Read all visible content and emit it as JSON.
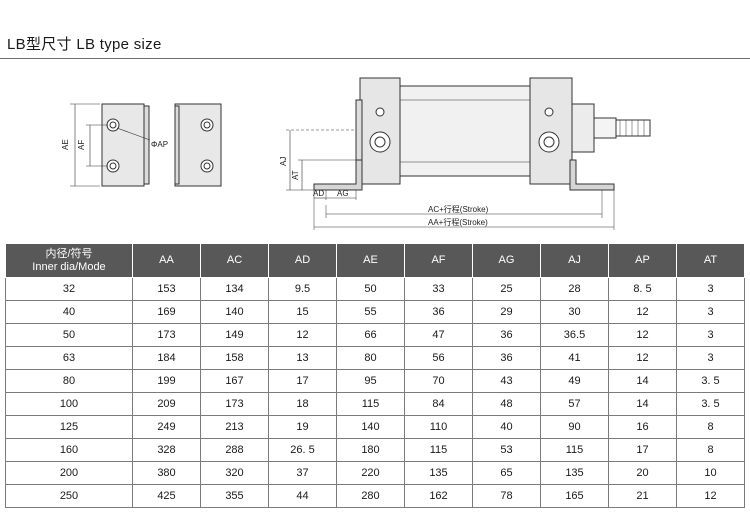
{
  "title": "LB型尺寸 LB type size",
  "drawing": {
    "labels": {
      "ae": "AE",
      "af": "AF",
      "ap": "ΦAP",
      "aj": "AJ",
      "at": "AT",
      "ad": "AD",
      "ag": "AG",
      "ac_stroke": "AC+行程(Stroke)",
      "aa_stroke": "AA+行程(Stroke)"
    }
  },
  "table": {
    "header_line1": "内径/符号",
    "header_line2": "Inner dia/Mode",
    "columns": [
      "AA",
      "AC",
      "AD",
      "AE",
      "AF",
      "AG",
      "AJ",
      "AP",
      "AT"
    ],
    "rows": [
      [
        "32",
        "153",
        "134",
        "9.5",
        "50",
        "33",
        "25",
        "28",
        "8. 5",
        "3"
      ],
      [
        "40",
        "169",
        "140",
        "15",
        "55",
        "36",
        "29",
        "30",
        "12",
        "3"
      ],
      [
        "50",
        "173",
        "149",
        "12",
        "66",
        "47",
        "36",
        "36.5",
        "12",
        "3"
      ],
      [
        "63",
        "184",
        "158",
        "13",
        "80",
        "56",
        "36",
        "41",
        "12",
        "3"
      ],
      [
        "80",
        "199",
        "167",
        "17",
        "95",
        "70",
        "43",
        "49",
        "14",
        "3. 5"
      ],
      [
        "100",
        "209",
        "173",
        "18",
        "115",
        "84",
        "48",
        "57",
        "14",
        "3. 5"
      ],
      [
        "125",
        "249",
        "213",
        "19",
        "140",
        "110",
        "40",
        "90",
        "16",
        "8"
      ],
      [
        "160",
        "328",
        "288",
        "26. 5",
        "180",
        "115",
        "53",
        "115",
        "17",
        "8"
      ],
      [
        "200",
        "380",
        "320",
        "37",
        "220",
        "135",
        "65",
        "135",
        "20",
        "10"
      ],
      [
        "250",
        "425",
        "355",
        "44",
        "280",
        "162",
        "78",
        "165",
        "21",
        "12"
      ]
    ]
  }
}
